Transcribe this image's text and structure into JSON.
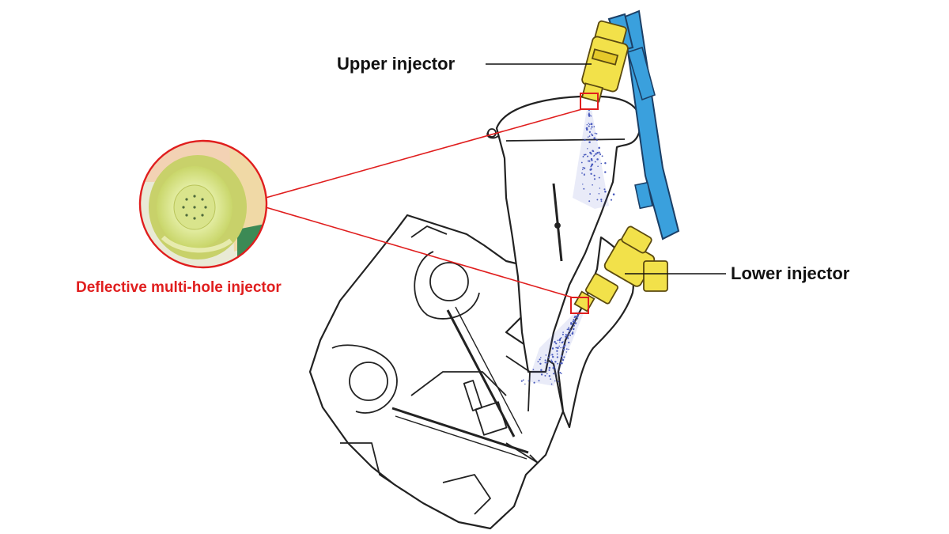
{
  "labels": {
    "upper_injector": "Upper injector",
    "lower_injector": "Lower injector",
    "deflective_injector": "Deflective multi-hole injector"
  },
  "colors": {
    "outline": "#222222",
    "callout": "#e01e1e",
    "injector_body": "#f2e14a",
    "fuel_rail": "#3aa0dd",
    "spray": "#5a6bc8",
    "nozzle_face": "#e4eea0"
  },
  "icons": {
    "engine": "cylinder-head-cross-section",
    "upper": "fuel-injector",
    "lower": "fuel-injector",
    "spray": "fuel-spray-mist",
    "closeup": "multi-hole-nozzle-photo"
  }
}
